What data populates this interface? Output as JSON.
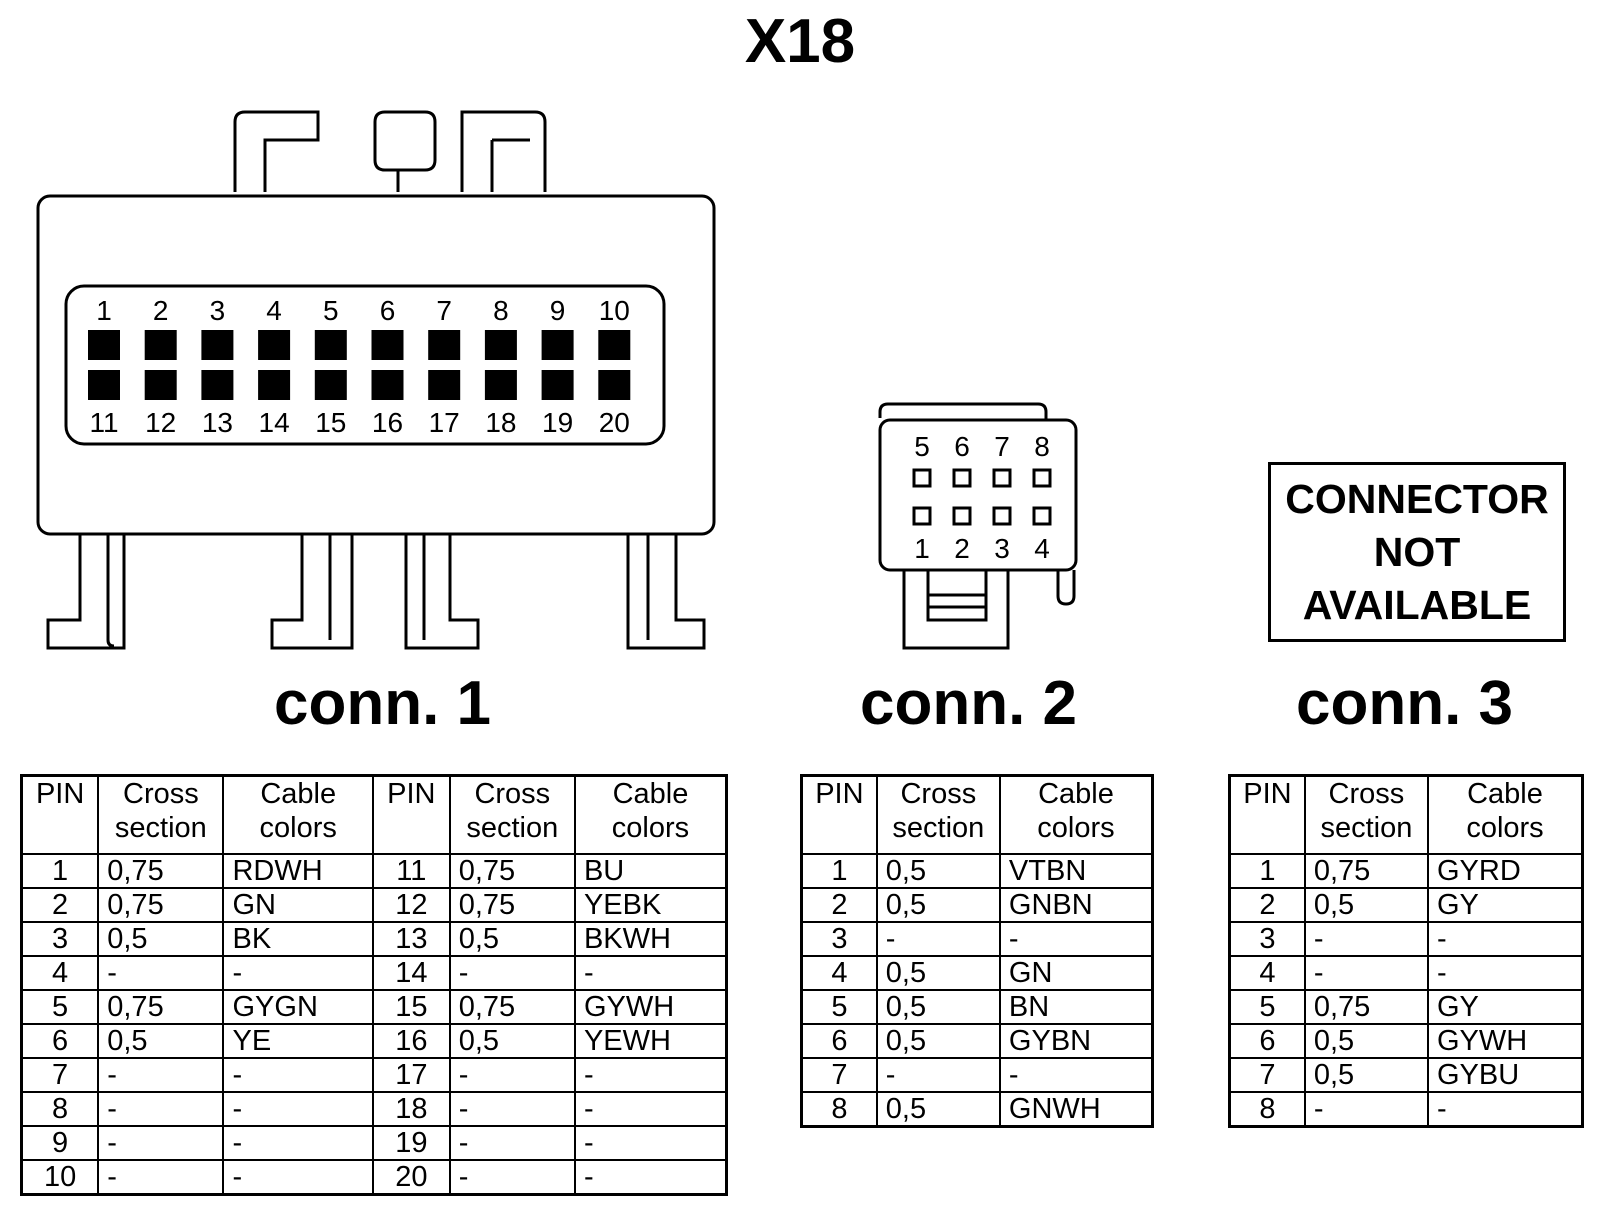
{
  "title": "X18",
  "connectors": [
    {
      "label": "conn. 1",
      "headers": [
        "PIN",
        "Cross section",
        "Cable colors",
        "PIN",
        "Cross section",
        "Cable colors"
      ],
      "top_pin_numbers": [
        "1",
        "2",
        "3",
        "4",
        "5",
        "6",
        "7",
        "8",
        "9",
        "10"
      ],
      "bottom_pin_numbers": [
        "11",
        "12",
        "13",
        "14",
        "15",
        "16",
        "17",
        "18",
        "19",
        "20"
      ],
      "rows": [
        [
          "1",
          "0,75",
          "RDWH",
          "11",
          "0,75",
          "BU"
        ],
        [
          "2",
          "0,75",
          "GN",
          "12",
          "0,75",
          "YEBK"
        ],
        [
          "3",
          "0,5",
          "BK",
          "13",
          "0,5",
          "BKWH"
        ],
        [
          "4",
          "-",
          "-",
          "14",
          "-",
          "-"
        ],
        [
          "5",
          "0,75",
          "GYGN",
          "15",
          "0,75",
          "GYWH"
        ],
        [
          "6",
          "0,5",
          "YE",
          "16",
          "0,5",
          "YEWH"
        ],
        [
          "7",
          "-",
          "-",
          "17",
          "-",
          "-"
        ],
        [
          "8",
          "-",
          "-",
          "18",
          "-",
          "-"
        ],
        [
          "9",
          "-",
          "-",
          "19",
          "-",
          "-"
        ],
        [
          "10",
          "-",
          "-",
          "20",
          "-",
          "-"
        ]
      ]
    },
    {
      "label": "conn. 2",
      "headers": [
        "PIN",
        "Cross section",
        "Cable colors"
      ],
      "top_pin_numbers": [
        "5",
        "6",
        "7",
        "8"
      ],
      "bottom_pin_numbers": [
        "1",
        "2",
        "3",
        "4"
      ],
      "rows": [
        [
          "1",
          "0,5",
          "VTBN"
        ],
        [
          "2",
          "0,5",
          "GNBN"
        ],
        [
          "3",
          "-",
          "-"
        ],
        [
          "4",
          "0,5",
          "GN"
        ],
        [
          "5",
          "0,5",
          "BN"
        ],
        [
          "6",
          "0,5",
          "GYBN"
        ],
        [
          "7",
          "-",
          "-"
        ],
        [
          "8",
          "0,5",
          "GNWH"
        ]
      ]
    },
    {
      "label": "conn. 3",
      "not_available_text": [
        "CONNECTOR",
        "NOT",
        "AVAILABLE"
      ],
      "headers": [
        "PIN",
        "Cross section",
        "Cable colors"
      ],
      "rows": [
        [
          "1",
          "0,75",
          "GYRD"
        ],
        [
          "2",
          "0,5",
          "GY"
        ],
        [
          "3",
          "-",
          "-"
        ],
        [
          "4",
          "-",
          "-"
        ],
        [
          "5",
          "0,75",
          "GY"
        ],
        [
          "6",
          "0,5",
          "GYWH"
        ],
        [
          "7",
          "0,5",
          "GYBU"
        ],
        [
          "8",
          "-",
          "-"
        ]
      ]
    }
  ]
}
